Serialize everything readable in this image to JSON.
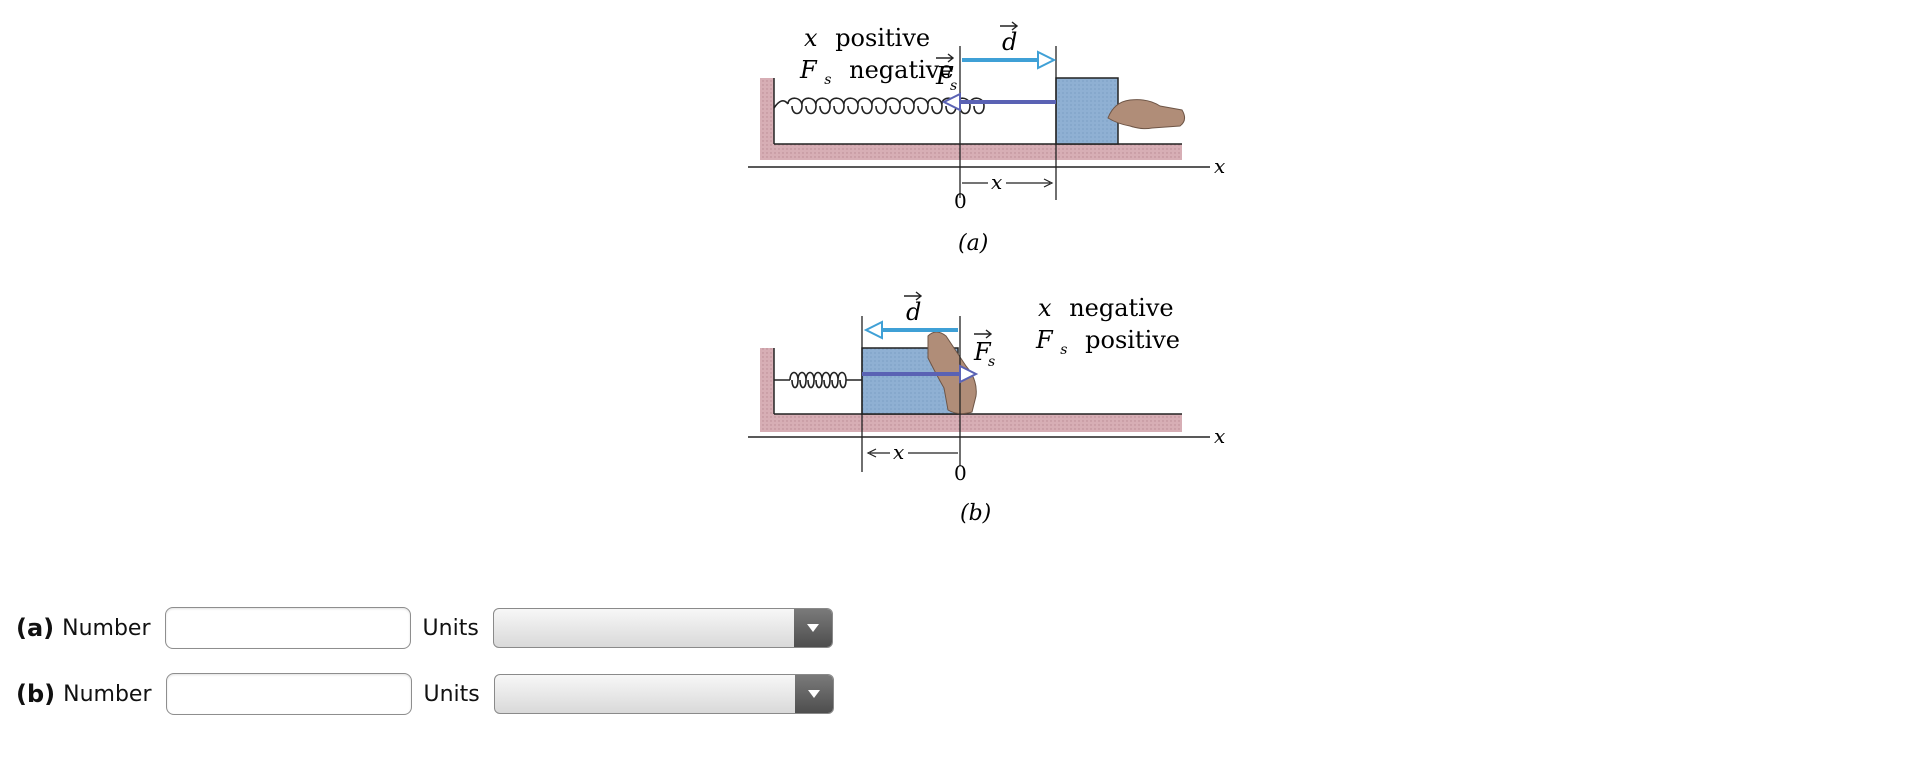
{
  "figure": {
    "a": {
      "line1_var": "x",
      "line1_word": "positive",
      "line2_var": "F",
      "line2_sub": "s",
      "line2_word": "negative",
      "d_label": "d",
      "fs_label": "F",
      "fs_sub": "s",
      "axis_label": "x",
      "zero_label": "0",
      "disp_label": "x",
      "caption": "(a)"
    },
    "b": {
      "line1_var": "x",
      "line1_word": "negative",
      "line2_var": "F",
      "line2_sub": "s",
      "line2_word": "positive",
      "d_label": "d",
      "fs_label": "F",
      "fs_sub": "s",
      "axis_label": "x",
      "zero_label": "0",
      "disp_label": "x",
      "caption": "(b)"
    },
    "colors": {
      "floor": "#d7aeb5",
      "block": "#8fb0d3",
      "d_arrow": "#3fa0d6",
      "f_arrow": "#5a62b4",
      "hand": "#b08d78"
    }
  },
  "answers": [
    {
      "part": "(a)",
      "number_label": "Number",
      "number_value": "",
      "units_label": "Units",
      "units_value": ""
    },
    {
      "part": "(b)",
      "number_label": "Number",
      "number_value": "",
      "units_label": "Units",
      "units_value": ""
    }
  ]
}
